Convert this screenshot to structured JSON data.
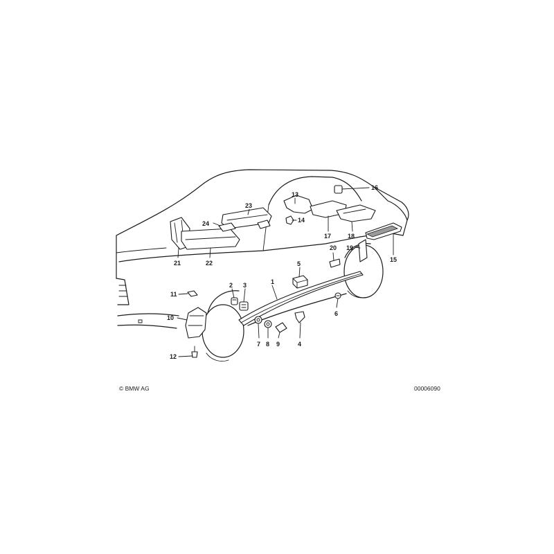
{
  "footer": {
    "copyright": "© BMW AG",
    "drawing_number": "00006090"
  },
  "callouts": [
    "1",
    "2",
    "3",
    "4",
    "5",
    "6",
    "7",
    "8",
    "9",
    "10",
    "11",
    "12",
    "13",
    "14",
    "15",
    "16",
    "17",
    "18",
    "19",
    "20",
    "21",
    "22",
    "23",
    "24"
  ]
}
